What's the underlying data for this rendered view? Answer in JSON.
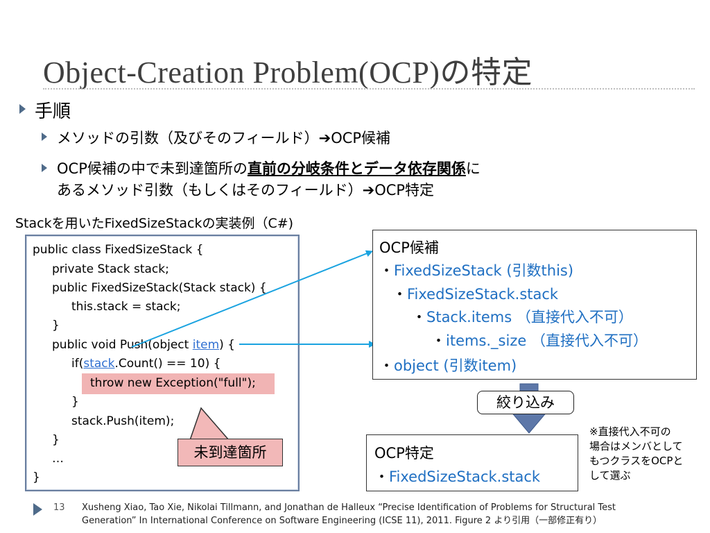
{
  "title": "Object-Creation Problem(OCP)の特定",
  "bullets": {
    "level1": "手順",
    "level2": [
      {
        "pre": "メソッドの引数（及びそのフィールド）",
        "arrow": "➔",
        "post": "OCP候補"
      },
      {
        "line1_pre": "OCP候補の中で未到達箇所の",
        "line1_emph": "直前の分岐条件とデータ依存関係",
        "line1_post": "に",
        "line2_pre": "あるメソッド引数（もしくはそのフィールド）",
        "line2_arrow": "➔",
        "line2_post": "OCP特定"
      }
    ]
  },
  "example_caption": "Stackを用いたFixedSizeStackの実装例（C#)",
  "code": {
    "l1": "public class FixedSizeStack {",
    "l2": "private Stack stack;",
    "l3": "public FixedSizeStack(Stack stack) {",
    "l4": "this.stack = stack;",
    "l5": "}",
    "l6_pre": "public void Push(object ",
    "l6_link": "item",
    "l6_post": ") {",
    "l7_pre": "if(",
    "l7_link": "stack",
    "l7_post": ".Count() == 10) {",
    "l8": "throw new Exception(\"full\");",
    "l9": "}",
    "l10": "stack.Push(item);",
    "l11": "}",
    "l12": "…",
    "l13": "}"
  },
  "unreached_label": "未到達箇所",
  "candidates": {
    "header": "OCP候補",
    "items": [
      {
        "bullet": "・",
        "text": "FixedSizeStack (引数this)"
      },
      {
        "bullet": "・",
        "text": "FixedSizeStack.stack"
      },
      {
        "bullet": "・",
        "text": "Stack.items （直接代入不可）"
      },
      {
        "bullet": "・",
        "text": "items._size （直接代入不可）"
      },
      {
        "bullet": "・",
        "text": "object (引数item)"
      }
    ]
  },
  "narrow_label": "絞り込み",
  "result": {
    "header": "OCP特定",
    "bullet": "・",
    "text": "FixedSizeStack.stack"
  },
  "note": [
    "※直接代入不可の",
    "場合はメンバとして",
    "もつクラスをOCPと",
    "して選ぶ"
  ],
  "page_number": "13",
  "citation": {
    "line1": "Xusheng Xiao, Tao Xie, Nikolai Tillmann, and Jonathan de Halleux “Precise Identification of Problems for Structural Test",
    "line2": "Generation” In International Conference on Software Engineering (ICSE 11), 2011.    Figure 2 より引用（一部修正有り）"
  },
  "colors": {
    "accent_blue": "#1f6fc2",
    "arrow_cyan": "#1aa3e0",
    "highlight_pink": "#f1b4b4",
    "bullet_slate": "#4f6b8a"
  }
}
